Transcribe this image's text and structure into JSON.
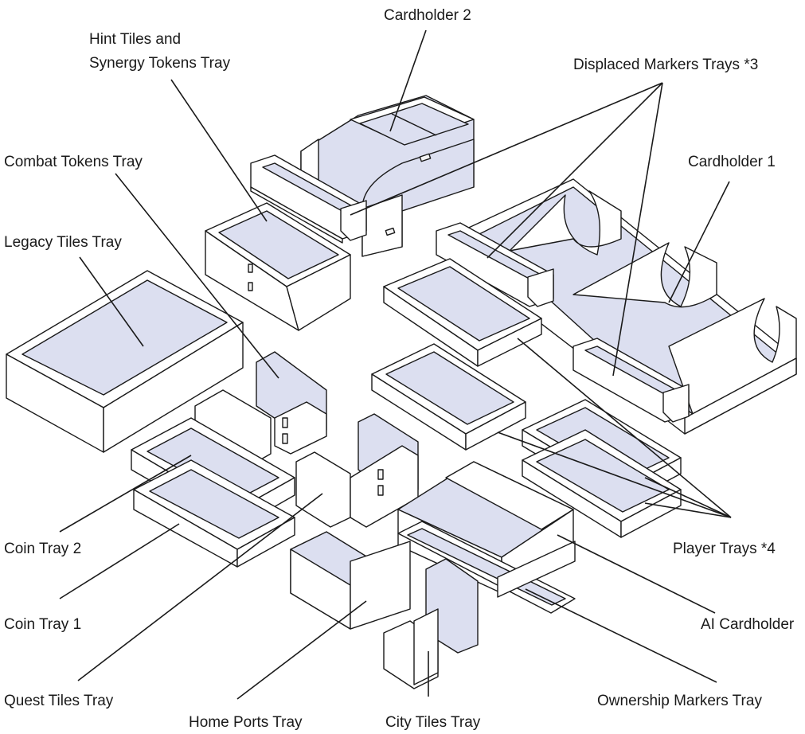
{
  "labels": {
    "cardholder_2": "Cardholder 2",
    "hint_tiles_line1": "Hint Tiles and",
    "hint_tiles_line2": "Synergy Tokens Tray",
    "displaced_markers": "Displaced Markers Trays *3",
    "combat_tokens": "Combat Tokens Tray",
    "cardholder_1": "Cardholder 1",
    "legacy_tiles": "Legacy Tiles Tray",
    "coin_tray_2": "Coin Tray 2",
    "player_trays": "Player Trays *4",
    "coin_tray_1": "Coin Tray 1",
    "ai_cardholder": "AI Cardholder",
    "quest_tiles": "Quest Tiles Tray",
    "ownership_markers": "Ownership Markers Tray",
    "home_ports": "Home Ports Tray",
    "city_tiles": "City Tiles Tray"
  },
  "colors": {
    "line": "#1a1a1a",
    "panel_fill": "#ffffff",
    "inner_fill": "#dcdff0"
  }
}
